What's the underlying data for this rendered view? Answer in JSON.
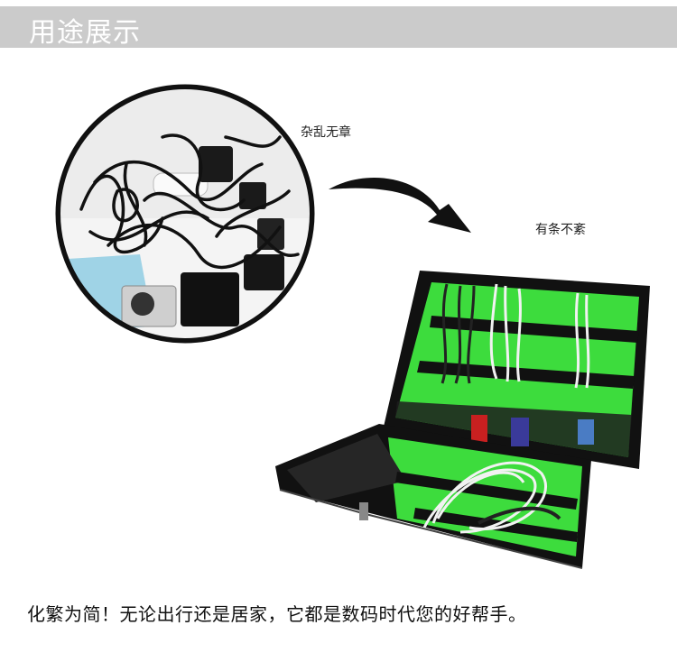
{
  "header": {
    "title": "用途展示"
  },
  "labels": {
    "messy": "杂乱无章",
    "tidy": "有条不紊"
  },
  "caption": "化繁为简！无论出行还是居家，它都是数码时代您的好帮手。",
  "colors": {
    "header_bg": "#cbcbcb",
    "bag_green": "#3ddc3d",
    "bag_black": "#111111"
  },
  "images": {
    "messy": "tangled-cables-photo",
    "tidy": "cable-organizer-bag-photo"
  }
}
